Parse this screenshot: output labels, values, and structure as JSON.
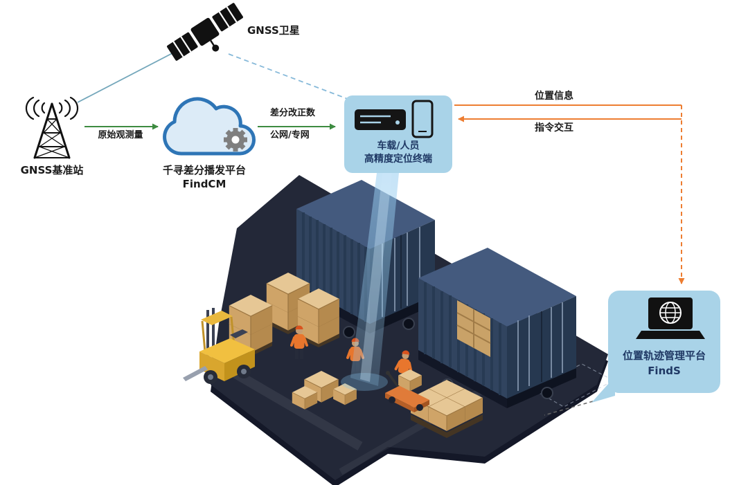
{
  "nodes": {
    "satellite": {
      "label": "GNSS卫星"
    },
    "base_station": {
      "label": "GNSS基准站"
    },
    "findcm": {
      "name": "千寻差分播发平台",
      "product": "FindCM"
    },
    "terminal": {
      "line1": "车载/人员",
      "line2": "高精度定位终端"
    },
    "finds": {
      "name": "位置轨迹管理平台",
      "product": "FindS"
    }
  },
  "links": {
    "raw_observation": {
      "label": "原始观测量"
    },
    "correction": {
      "line1": "差分改正数",
      "line2": "公网/专网"
    },
    "position_info": {
      "label": "位置信息"
    },
    "command_exchange": {
      "label": "指令交互"
    }
  },
  "icons": {
    "satellite": "satellite-icon",
    "base_station": "radio-tower-icon",
    "findcm": "cloud-gear-icon",
    "terminal": [
      "receiver-icon",
      "smartphone-icon"
    ],
    "finds": "laptop-globe-icon"
  },
  "colors": {
    "green_arrow": "#3d8b40",
    "orange_arrow": "#ed7d31",
    "callout_bg": "#a9d3e8",
    "navy_text": "#1f3864",
    "cloud_outline": "#2e75b6",
    "satellite_link": "#74a7bb",
    "beam": "#9ccdee",
    "floor": "#232838",
    "container": "#31445f",
    "boxes": "#cfa468"
  }
}
